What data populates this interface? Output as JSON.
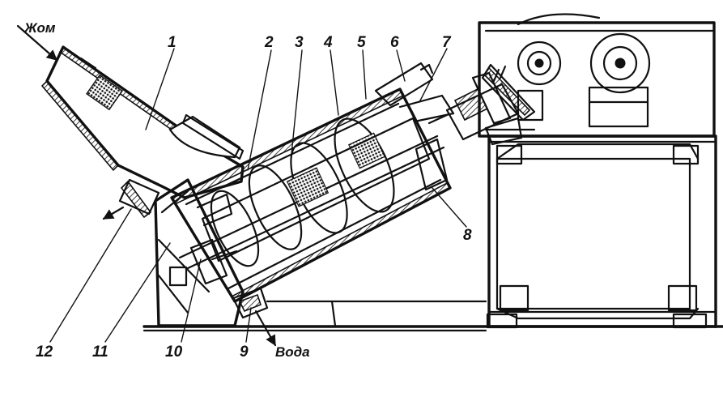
{
  "labels": {
    "input": "Жом",
    "water": "Вода",
    "n1": "1",
    "n2": "2",
    "n3": "3",
    "n4": "4",
    "n5": "5",
    "n6": "6",
    "n7": "7",
    "n8": "8",
    "n9": "9",
    "n10": "10",
    "n11": "11",
    "n12": "12"
  }
}
